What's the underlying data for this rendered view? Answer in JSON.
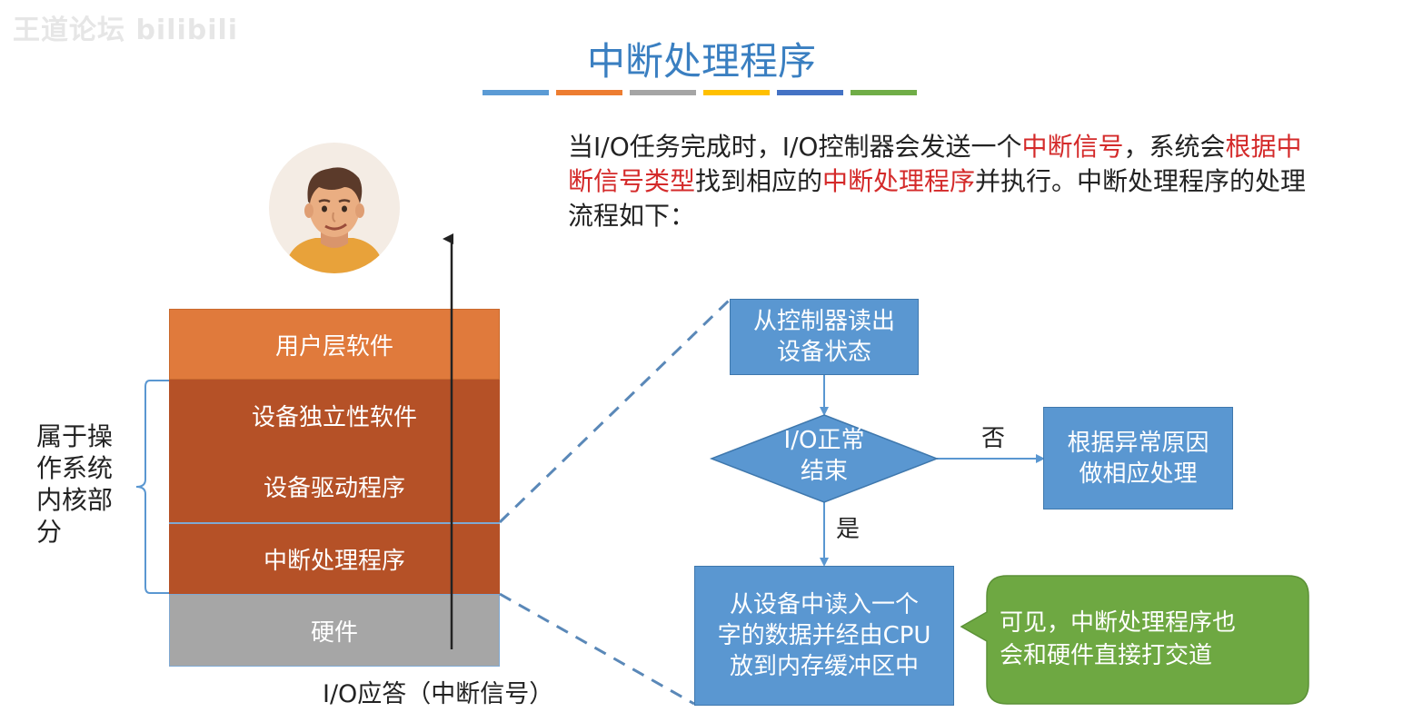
{
  "watermark": "王道论坛 bilibili",
  "title": "中断处理程序",
  "title_color": "#3a7fc1",
  "color_bars": [
    "#5b9bd5",
    "#ed7d31",
    "#a5a5a5",
    "#ffc000",
    "#4472c4",
    "#70ad47"
  ],
  "intro": {
    "p1": "当I/O任务完成时，I/O控制器会发送一个",
    "r1": "中断信号",
    "p2": "，系统会",
    "r2": "根据中断信号类型",
    "p3": "找到相应的",
    "r3": "中断处理程序",
    "p4": "并执行。中断处理程序的处理流程如下："
  },
  "avatar_icon": "person-avatar-icon",
  "layers": [
    {
      "label": "用户层软件",
      "color": "#e07a3c"
    },
    {
      "label": "设备独立性软件",
      "color": "#b55127"
    },
    {
      "label": "设备驱动程序",
      "color": "#b55127"
    },
    {
      "label": "中断处理程序",
      "color": "#b55127"
    },
    {
      "label": "硬件",
      "color": "#a6a6a6"
    }
  ],
  "kernel_label": "属于操作系统内核部分",
  "io_answer": "I/O应答（中断信号）",
  "flow": {
    "read_status": "从控制器读出\n设备状态",
    "decision": "I/O正常\n结束",
    "no_label": "否",
    "yes_label": "是",
    "handle_error": "根据异常原因\n做相应处理",
    "read_data": "从设备中读入一个\n字的数据并经由CPU\n放到内存缓冲区中"
  },
  "callout": "可见，中断处理程序也\n会和硬件直接打交道",
  "flow_box_color": "#5a97d1",
  "callout_color": "#6ea842"
}
